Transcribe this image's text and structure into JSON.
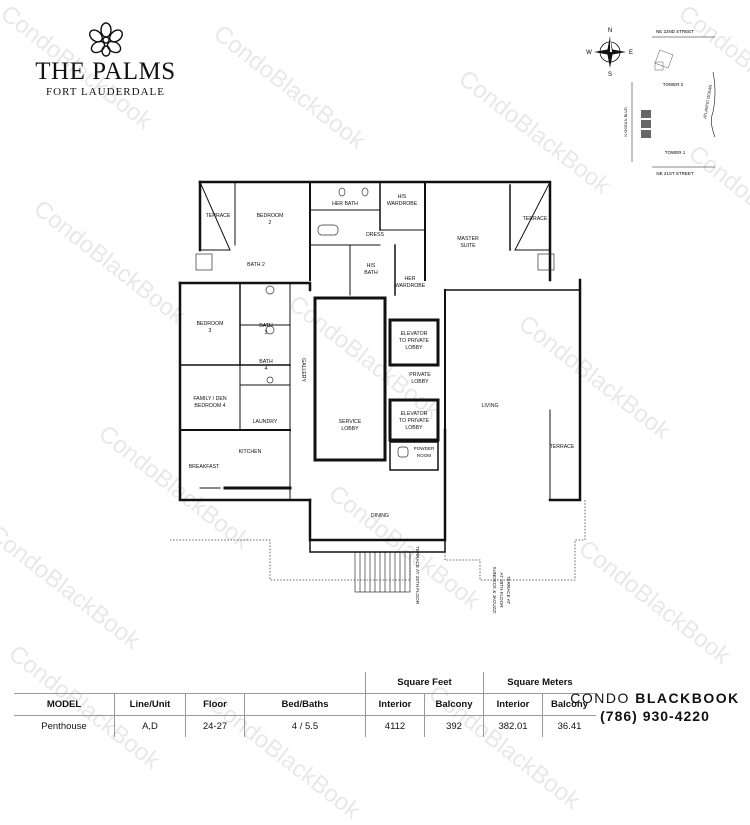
{
  "brand": {
    "title": "THE PALMS",
    "subtitle": "FORT LAUDERDALE"
  },
  "watermark": {
    "text": "CondoBlackBook",
    "color": "#d9d9d9"
  },
  "locator": {
    "compass": {
      "n": "N",
      "e": "E",
      "s": "S",
      "w": "W"
    },
    "streets": {
      "ne22": "NE 22ND STREET",
      "ne21": "NE 21ST STREET",
      "ocean_blvd": "N OCEAN BLVD",
      "atlantic": "ATLANTIC OCEAN"
    },
    "tower1": "TOWER 1",
    "tower2": "TOWER 2"
  },
  "floorplan": {
    "rooms": {
      "terrace_left": "TERRACE",
      "bedroom2": [
        "BEDROOM",
        "2"
      ],
      "her_bath": "HER BATH",
      "his_wardrobe": [
        "HIS",
        "WARDROBE"
      ],
      "dress": "DRESS",
      "master_suite": [
        "MASTER",
        "SUITE"
      ],
      "terrace_right": "TERRACE",
      "bath2": "BATH 2",
      "his_bath": [
        "HIS",
        "BATH"
      ],
      "her_wardrobe": [
        "HER",
        "WARDROBE"
      ],
      "bedroom3": [
        "BEDROOM",
        "3"
      ],
      "bath3": [
        "BATH",
        "3"
      ],
      "bath4": [
        "BATH",
        "4"
      ],
      "gallery": "GALLERY",
      "elevator_top": [
        "ELEVATOR",
        "TO PRIVATE",
        "LOBBY"
      ],
      "private_lobby": [
        "PRIVATE",
        "LOBBY"
      ],
      "family_den": [
        "FAMILY / DEN",
        "BEDROOM 4"
      ],
      "laundry": "LAUNDRY",
      "service_lobby": [
        "SERVICE",
        "LOBBY"
      ],
      "living": "LIVING",
      "elevator_bottom": [
        "ELEVATOR",
        "TO PRIVATE",
        "LOBBY"
      ],
      "powder_room": [
        "POWDER",
        "ROOM"
      ],
      "terrace_mid": "TERRACE",
      "kitchen": "KITCHEN",
      "breakfast": "BREAKFAST",
      "dining": "DINING",
      "terrace_note_mid": "TERRACE AT 28TH FLOOR",
      "terrace_note_right": [
        "SUNDECK & JACUZZI",
        "AT 28TH FLOOR",
        "TERRACE AT"
      ]
    }
  },
  "specs": {
    "group_headers": {
      "sqft": "Square Feet",
      "sqm": "Square Meters"
    },
    "headers": {
      "model": "MODEL",
      "line_unit": "Line/Unit",
      "floor": "Floor",
      "bed_baths": "Bed/Baths",
      "interior": "Interior",
      "balcony": "Balcony",
      "interior_m": "Interior",
      "balcony_m": "Balcony"
    },
    "row": {
      "model": "Penthouse",
      "line_unit": "A,D",
      "floor": "24-27",
      "bed_baths": "4 / 5.5",
      "interior": "4112",
      "balcony": "392",
      "interior_m": "382.01",
      "balcony_m": "36.41"
    }
  },
  "contact": {
    "brand_light": "CONDO",
    "brand_bold": "BLACKBOOK",
    "phone": "(786) 930-4220"
  }
}
